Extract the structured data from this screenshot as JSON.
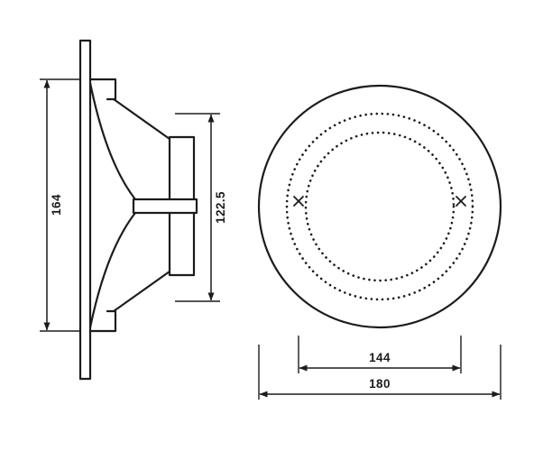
{
  "drawing": {
    "type": "technical-dimension-drawing",
    "subject": "round-speaker-two-views",
    "colors": {
      "line": "#1c1c1c",
      "background": "#ffffff"
    },
    "side_view": {
      "overall_height_label": "164",
      "inner_height_label": "122.5"
    },
    "front_view": {
      "hole_spacing_label": "144",
      "outer_diameter_label": "180"
    }
  }
}
